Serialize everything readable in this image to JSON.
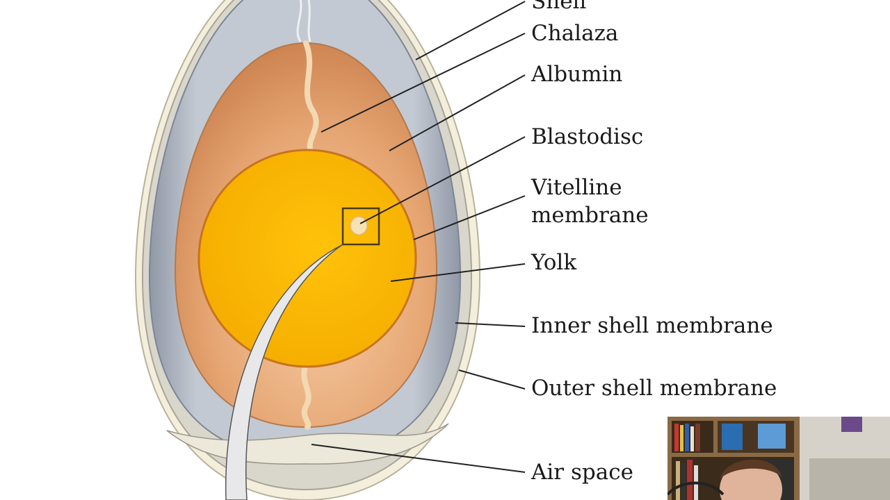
{
  "diagram": {
    "labels": {
      "shell": "Shell",
      "chalaza": "Chalaza",
      "albumin": "Albumin",
      "blastodisc": "Blastodisc",
      "vitelline": "Vitelline\nmembrane",
      "yolk": "Yolk",
      "inner_shell_membrane": "Inner shell membrane",
      "outer_shell_membrane": "Outer shell membrane",
      "air_space": "Air space"
    },
    "colors": {
      "shell": "#f3efdc",
      "outer_membrane": "#d9d6cc",
      "inner_membrane": "#b9c0c9",
      "albumin": "#e3a06e",
      "yolk": "#fbb900",
      "chalaza": "#f3d9b3",
      "blastodisc": "#f6e3b5"
    }
  },
  "webcam": {
    "description_icon": "webcam-icon"
  }
}
